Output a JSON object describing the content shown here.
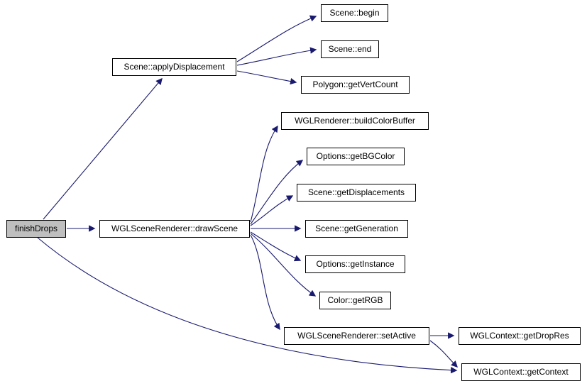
{
  "diagram": {
    "type": "call-graph",
    "root": "finishDrops",
    "colors": {
      "edge": "#191970",
      "node_border": "#000000",
      "node_fill": "#ffffff",
      "root_fill": "#bfbfbf",
      "text": "#000000",
      "background": "#ffffff"
    },
    "nodes": [
      {
        "id": "finishDrops",
        "label": "finishDrops",
        "highlighted": true
      },
      {
        "id": "applyDisplacement",
        "label": "Scene::applyDisplacement",
        "highlighted": false
      },
      {
        "id": "sceneBegin",
        "label": "Scene::begin",
        "highlighted": false
      },
      {
        "id": "sceneEnd",
        "label": "Scene::end",
        "highlighted": false
      },
      {
        "id": "getVertCount",
        "label": "Polygon::getVertCount",
        "highlighted": false
      },
      {
        "id": "buildColorBuffer",
        "label": "WGLRenderer::buildColorBuffer",
        "highlighted": false
      },
      {
        "id": "getBGColor",
        "label": "Options::getBGColor",
        "highlighted": false
      },
      {
        "id": "getDisplacements",
        "label": "Scene::getDisplacements",
        "highlighted": false
      },
      {
        "id": "drawScene",
        "label": "WGLSceneRenderer::drawScene",
        "highlighted": false
      },
      {
        "id": "getGeneration",
        "label": "Scene::getGeneration",
        "highlighted": false
      },
      {
        "id": "getInstance",
        "label": "Options::getInstance",
        "highlighted": false
      },
      {
        "id": "getRGB",
        "label": "Color::getRGB",
        "highlighted": false
      },
      {
        "id": "setActive",
        "label": "WGLSceneRenderer::setActive",
        "highlighted": false
      },
      {
        "id": "getDropRes",
        "label": "WGLContext::getDropRes",
        "highlighted": false
      },
      {
        "id": "getContext",
        "label": "WGLContext::getContext",
        "highlighted": false
      }
    ],
    "edges": [
      {
        "from": "finishDrops",
        "to": "Scene::applyDisplacement"
      },
      {
        "from": "finishDrops",
        "to": "WGLSceneRenderer::drawScene"
      },
      {
        "from": "finishDrops",
        "to": "WGLContext::getContext"
      },
      {
        "from": "Scene::applyDisplacement",
        "to": "Scene::begin"
      },
      {
        "from": "Scene::applyDisplacement",
        "to": "Scene::end"
      },
      {
        "from": "Scene::applyDisplacement",
        "to": "Polygon::getVertCount"
      },
      {
        "from": "WGLSceneRenderer::drawScene",
        "to": "WGLRenderer::buildColorBuffer"
      },
      {
        "from": "WGLSceneRenderer::drawScene",
        "to": "Options::getBGColor"
      },
      {
        "from": "WGLSceneRenderer::drawScene",
        "to": "Scene::getDisplacements"
      },
      {
        "from": "WGLSceneRenderer::drawScene",
        "to": "Scene::getGeneration"
      },
      {
        "from": "WGLSceneRenderer::drawScene",
        "to": "Options::getInstance"
      },
      {
        "from": "WGLSceneRenderer::drawScene",
        "to": "Color::getRGB"
      },
      {
        "from": "WGLSceneRenderer::drawScene",
        "to": "WGLSceneRenderer::setActive"
      },
      {
        "from": "WGLSceneRenderer::setActive",
        "to": "WGLContext::getDropRes"
      },
      {
        "from": "WGLSceneRenderer::setActive",
        "to": "WGLContext::getContext"
      }
    ]
  }
}
